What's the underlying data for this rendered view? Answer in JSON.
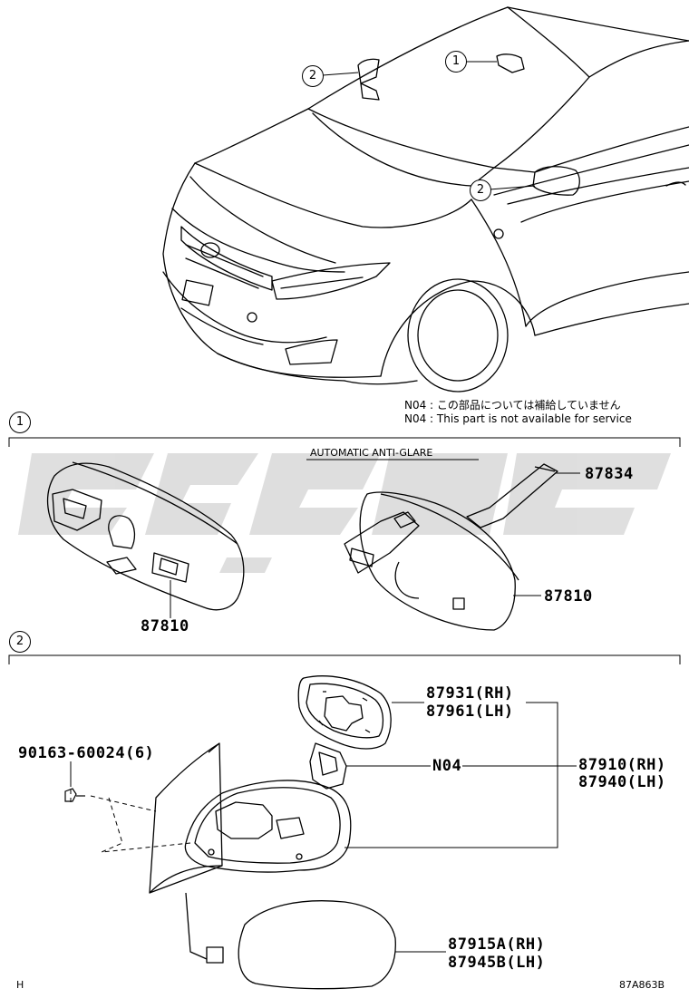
{
  "callouts": {
    "ref_1": "1",
    "ref_2": "2",
    "section_1": "1",
    "section_2": "2"
  },
  "notes": {
    "n04_jp": "N04 :  この部品については補給していません",
    "n04_en": "N04 :  This part is not available for service"
  },
  "section1": {
    "caption": "AUTOMATIC ANTI-GLARE",
    "part_87834": "87834",
    "part_87810_right": "87810",
    "part_87810_left": "87810"
  },
  "section2": {
    "bolt": "90163-60024(6)",
    "glass_rh": "87931(RH)",
    "glass_lh": "87961(LH)",
    "n04_label": "N04",
    "assy_rh": "87910(RH)",
    "assy_lh": "87940(LH)",
    "cover_rh": "87915A(RH)",
    "cover_lh": "87945B(LH)"
  },
  "footer": {
    "left": "H",
    "right": "87A863B"
  },
  "watermark_colors": [
    "#d9d9d9"
  ]
}
